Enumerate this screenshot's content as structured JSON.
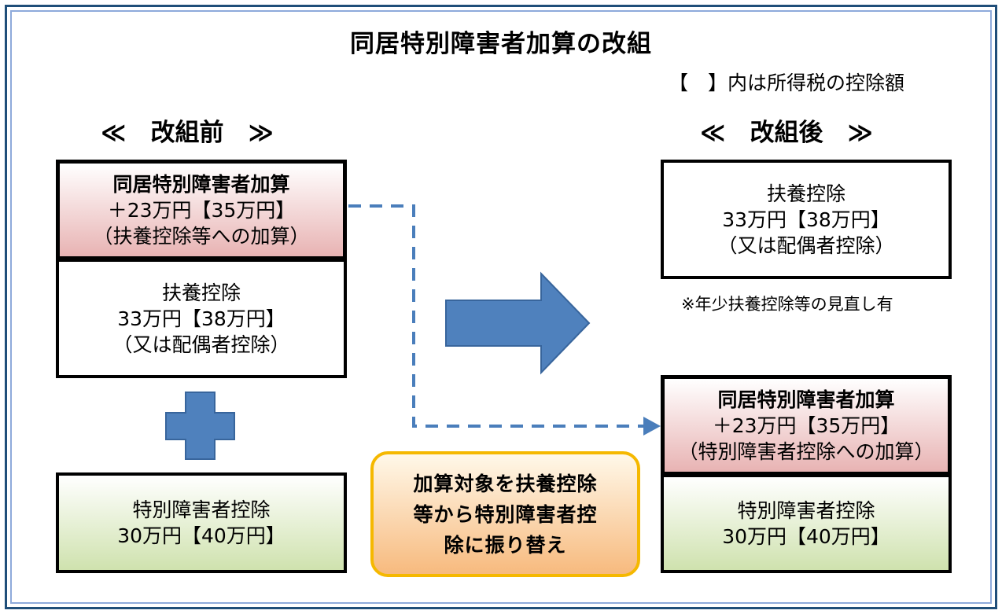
{
  "title": "同居特別障害者加算の改組",
  "note": "【　】内は所得税の控除額",
  "before": {
    "heading": "≪　改組前　≫",
    "addition_box": {
      "lines": [
        "同居特別障害者加算",
        "＋23万円【35万円】",
        "（扶養控除等への加算）"
      ]
    },
    "dependent_box": {
      "lines": [
        "扶養控除",
        "33万円【38万円】",
        "（又は配偶者控除）"
      ]
    },
    "disability_box": {
      "lines": [
        "特別障害者控除",
        "30万円【40万円】"
      ]
    }
  },
  "after": {
    "heading": "≪　改組後　≫",
    "dependent_box": {
      "lines": [
        "扶養控除",
        "33万円【38万円】",
        "（又は配偶者控除）"
      ]
    },
    "review_note": "※年少扶養控除等の見直し有",
    "addition_box": {
      "lines": [
        "同居特別障害者加算",
        "＋23万円【35万円】",
        "（特別障害者控除への加算）"
      ]
    },
    "disability_box": {
      "lines": [
        "特別障害者控除",
        "30万円【40万円】"
      ]
    }
  },
  "callout": {
    "lines": [
      "加算対象を扶養控除",
      "等から特別障害者控",
      "除に振り替え"
    ]
  },
  "colors": {
    "shape_blue": "#4f81bd",
    "connector_blue": "#4a7ebb",
    "pink_fill": "#e8b3b3",
    "green_fill": "#cfe2ae",
    "orange_border": "#f5b800",
    "orange_fill": "#f7ba7e",
    "frame_dark": "#1f4e79"
  }
}
